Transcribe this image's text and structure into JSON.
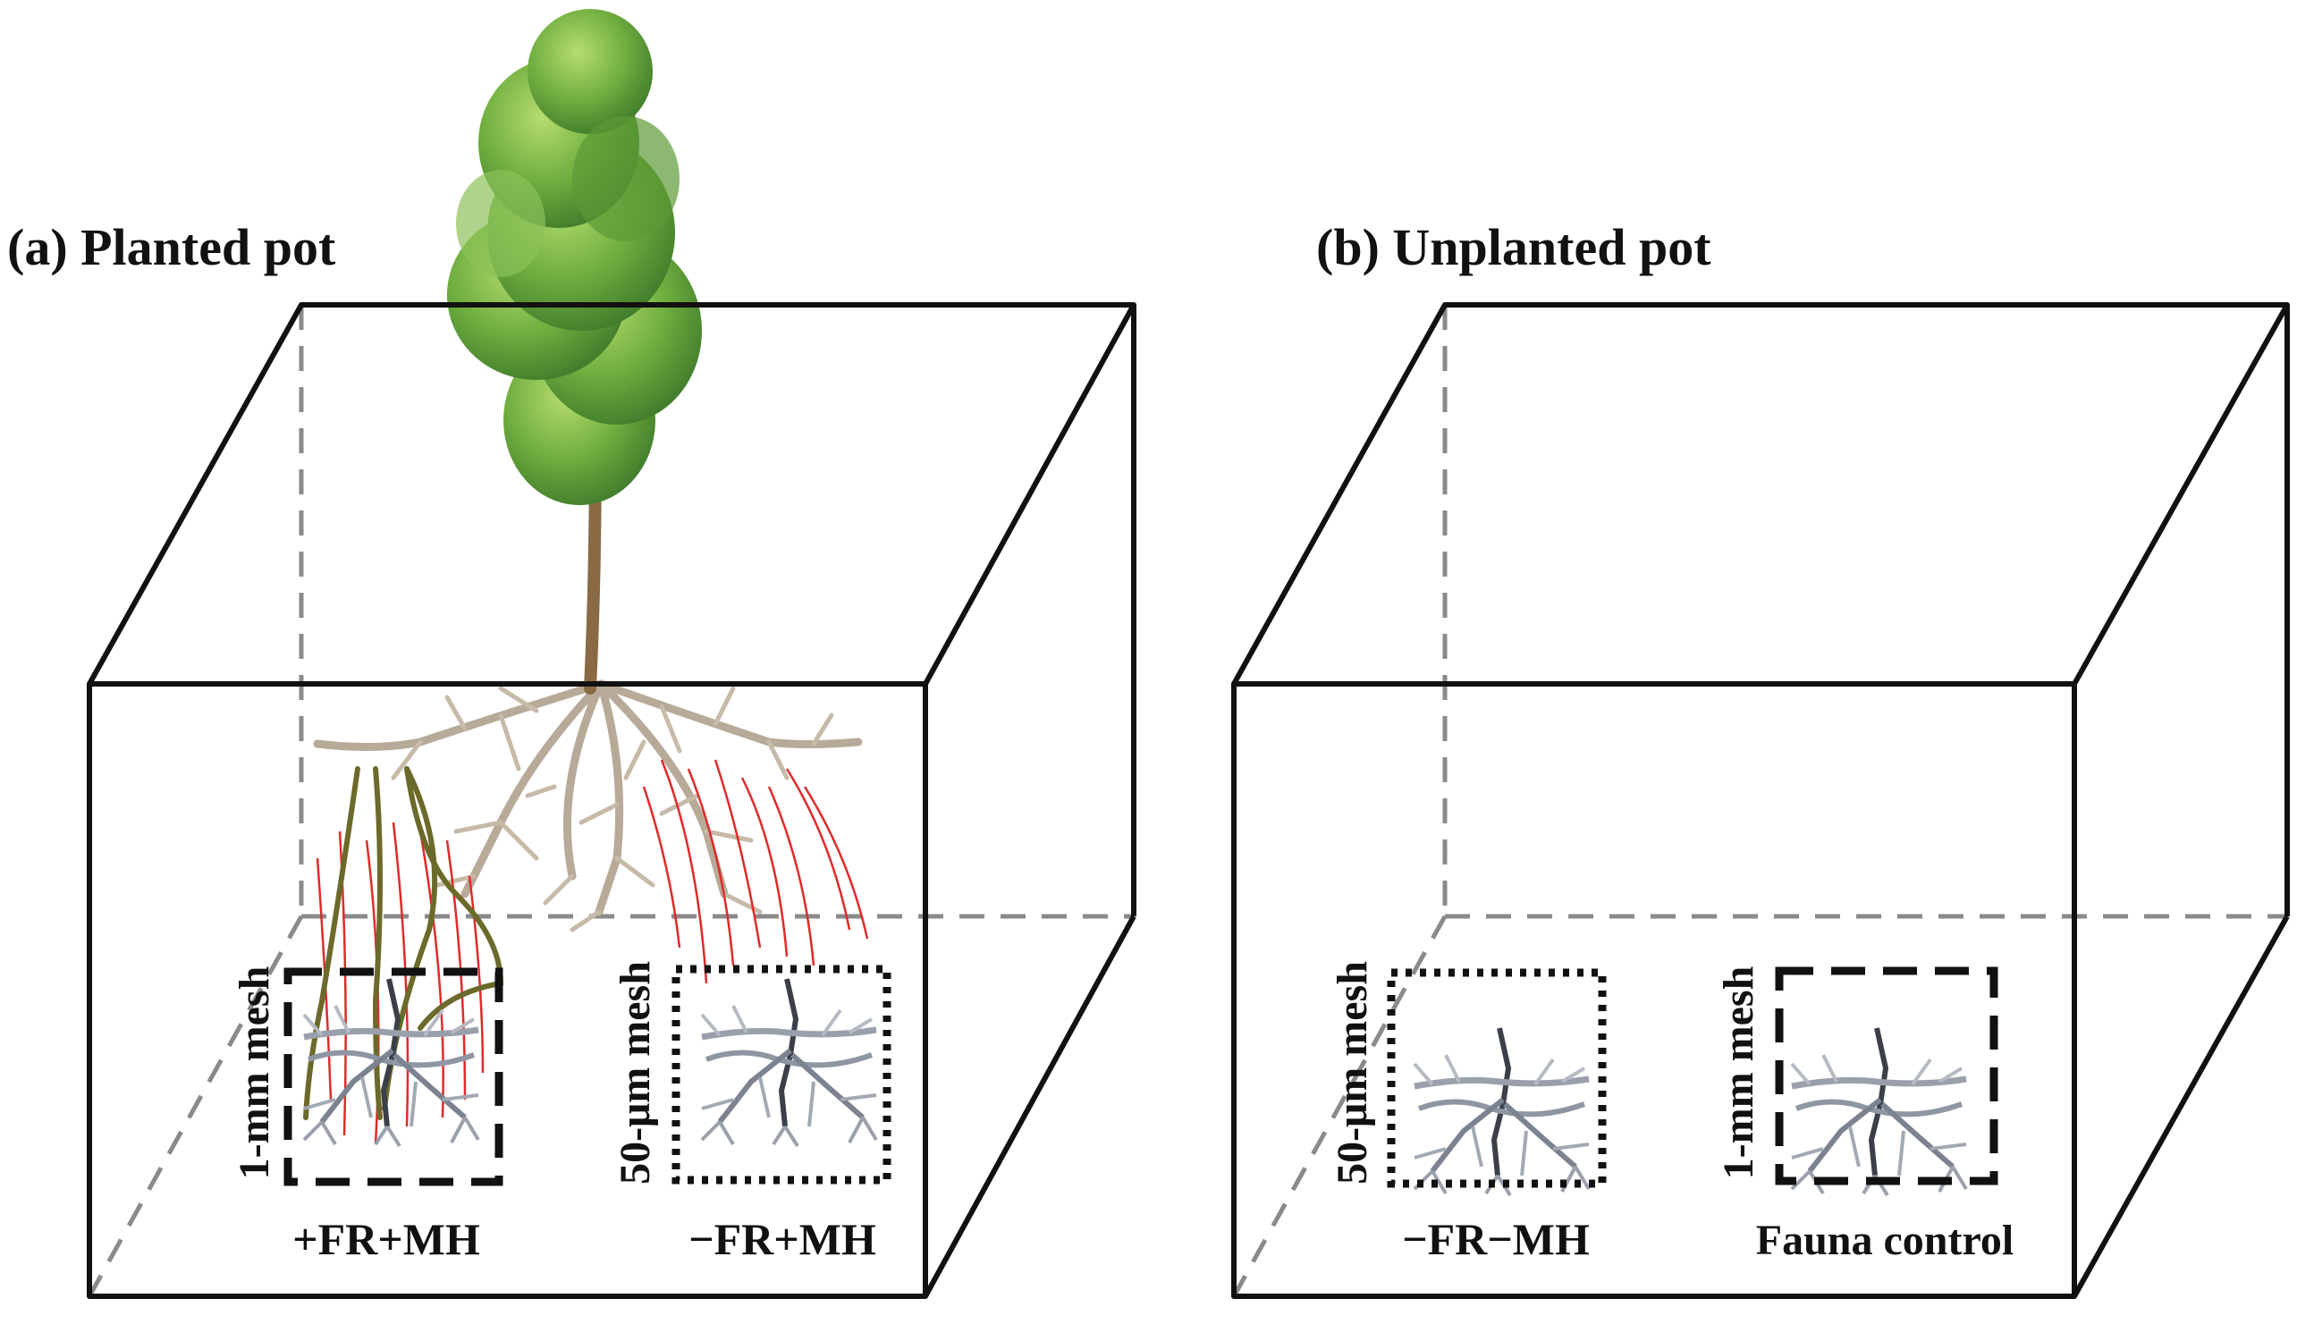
{
  "panels": {
    "a": {
      "title": "(a) Planted pot",
      "mesh_left": {
        "mesh_label": "1-mm mesh",
        "treatment": "+FR+MH"
      },
      "mesh_right": {
        "mesh_label": "50-μm mesh",
        "treatment": "−FR+MH"
      }
    },
    "b": {
      "title": "(b) Unplanted pot",
      "mesh_left": {
        "mesh_label": "50-μm mesh",
        "treatment": "−FR−MH"
      },
      "mesh_right": {
        "mesh_label": "1-mm mesh",
        "treatment": "Fauna control"
      }
    }
  },
  "colors": {
    "edge": "#111111",
    "hidden_edge": "#8a8a8a",
    "root": "#b8aa98",
    "mycorrhiza_hyphae": "#e02a2a",
    "fine_root": "#6b6a2a",
    "foliage": "#6fae3f",
    "litter_bag": "#8f96a3"
  },
  "icons": [
    "tree-illustration",
    "root-system",
    "litter-roots-icon"
  ]
}
